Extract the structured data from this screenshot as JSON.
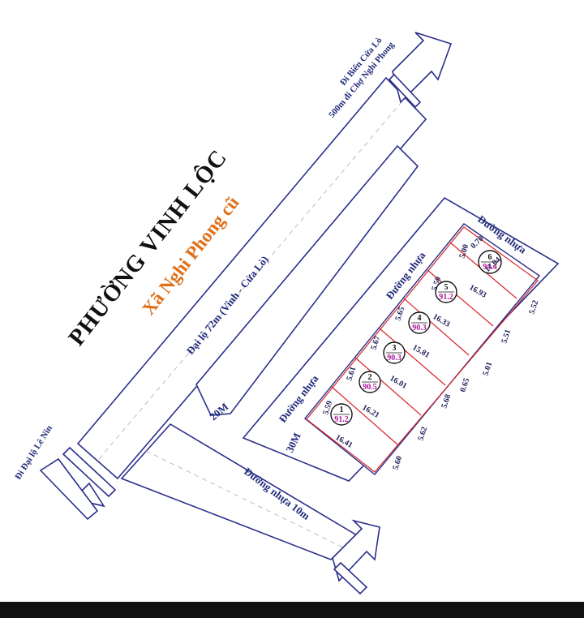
{
  "title": "PHƯỜNG VINH  LỘC",
  "subtitle": "Xã Nghi Phong cũ",
  "colors": {
    "road_line": "#2a2f8a",
    "lot_line": "#d7262c",
    "area_text": "#b0149c",
    "subtitle": "#e0701a",
    "title": "#111111"
  },
  "directions": {
    "top_right_1": "Đi Biển Cửa Lò",
    "top_right_2": "500m đi Chợ Nghi Phong",
    "bottom_left": "Đi Đại lộ Lê Nin"
  },
  "roads": {
    "main": "Đại lộ 72m (Vinh - Cửa Lò)",
    "width_20": "20M",
    "width_30": "30M",
    "asphalt": "Đường nhựa",
    "asphalt_10m": "Đường nhựa 10m"
  },
  "lots": [
    {
      "number": "1",
      "area": "91.2"
    },
    {
      "number": "2",
      "area": "90.5"
    },
    {
      "number": "3",
      "area": "90.3"
    },
    {
      "number": "4",
      "area": "90.3"
    },
    {
      "number": "5",
      "area": "91.2"
    },
    {
      "number": "6",
      "area": "94.4"
    }
  ],
  "dimensions": {
    "front": [
      "5.59",
      "5.61",
      "5.67",
      "5.65",
      "5.50",
      "5.00",
      "0.70"
    ],
    "depth": [
      "16.41",
      "16.21",
      "16.01",
      "15.81",
      "16.33",
      "16.93",
      "17.04"
    ],
    "back": [
      "5.60",
      "5.62",
      "5.68",
      "0.65",
      "5.01",
      "5.51",
      "5.52"
    ]
  }
}
